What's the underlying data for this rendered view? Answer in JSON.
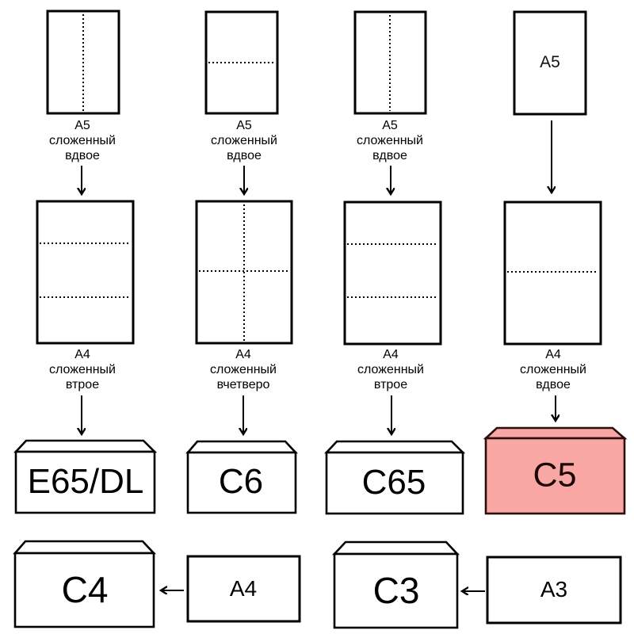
{
  "colors": {
    "line": "#000000",
    "highlight_fill": "#f9a7a5",
    "highlight_stroke": "#2b0d0d"
  },
  "columns": [
    {
      "top_label": "А5\nсложенный\nвдвое",
      "mid_label": "А4\nсложенный\nвтрое",
      "envelope": "E65/DL"
    },
    {
      "top_label": "А5\nсложенный\nвдвое",
      "mid_label": "А4\nсложенный\nвчетверо",
      "envelope": "C6"
    },
    {
      "top_label": "А5\nсложенный\nвдвое",
      "mid_label": "А4\nсложенный\nвтрое",
      "envelope": "C65"
    },
    {
      "top_inner_label": "A5",
      "mid_label": "А4\nсложенный\nвдвое",
      "envelope": "C5"
    }
  ],
  "bottom": [
    {
      "envelope": "C4",
      "source": "A4"
    },
    {
      "envelope": "C3",
      "source": "A3"
    }
  ]
}
